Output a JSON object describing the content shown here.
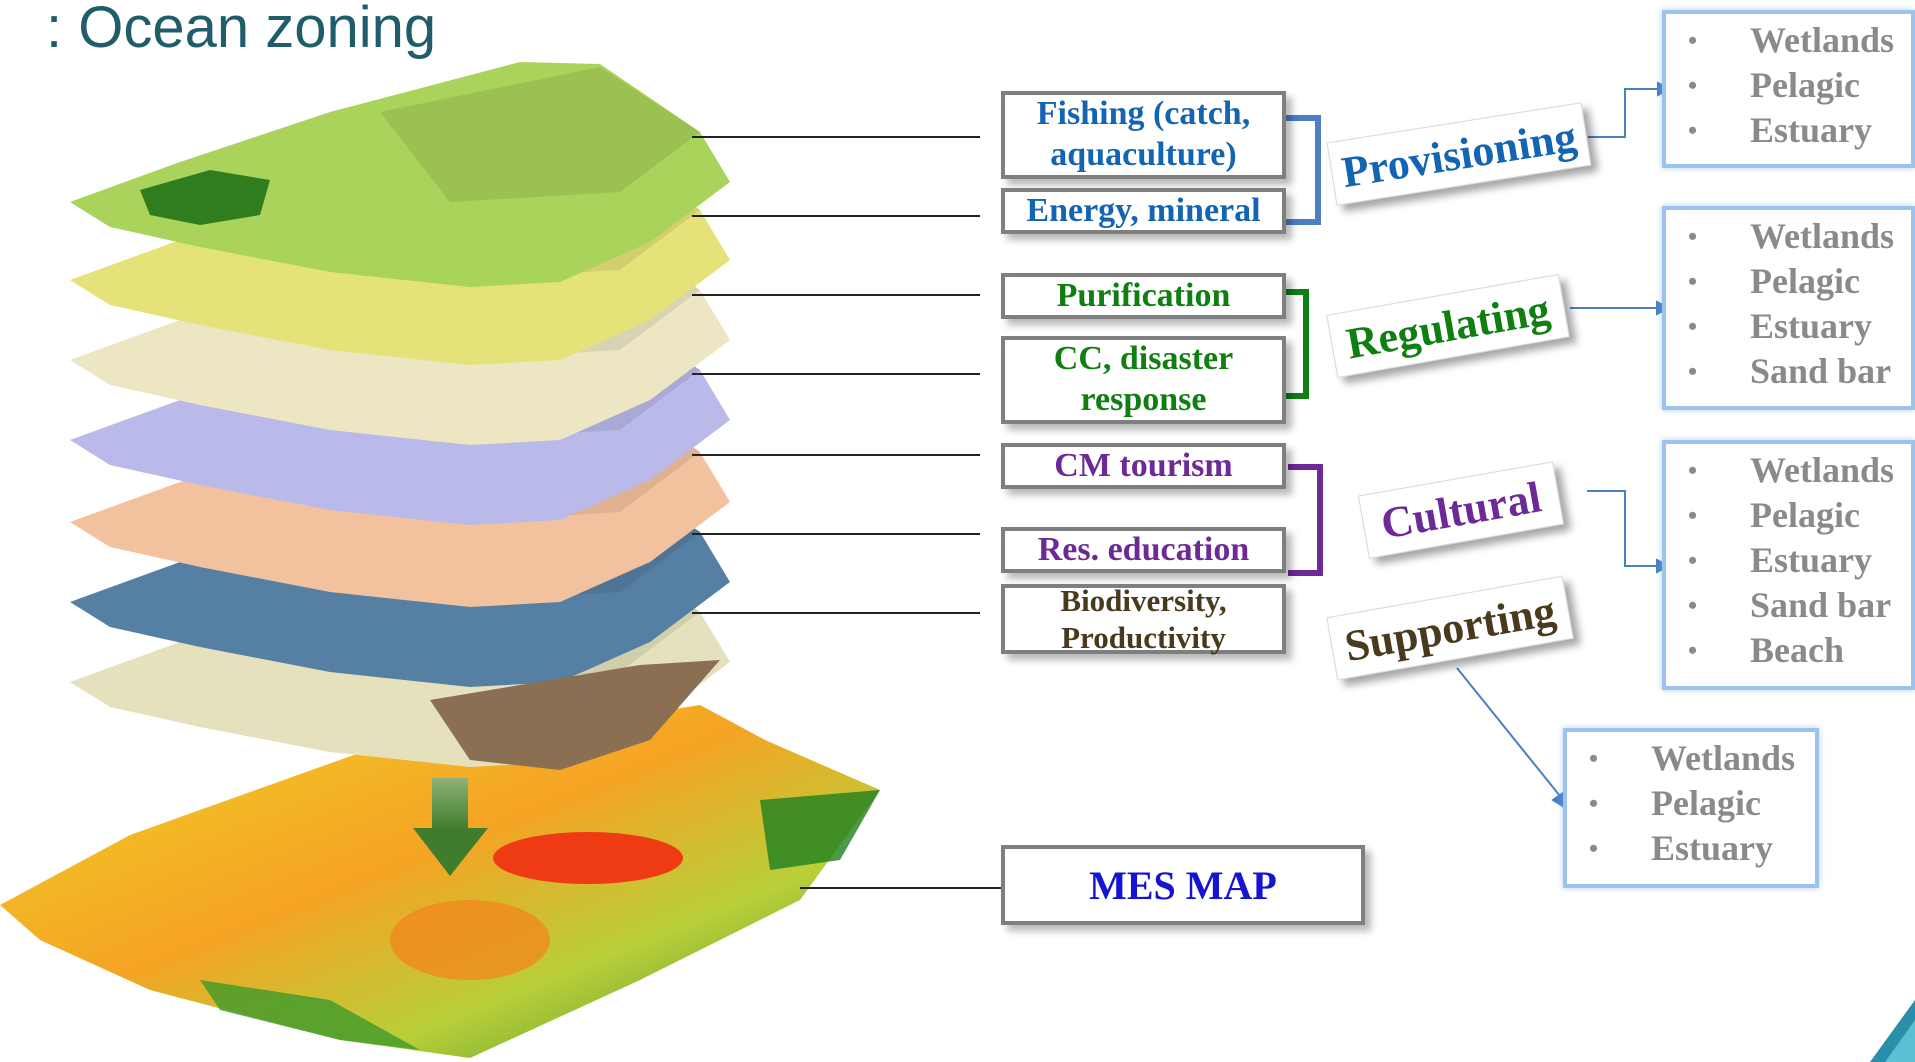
{
  "title": ": Ocean zoning",
  "services": [
    {
      "label": "Fishing (catch, aquaculture)",
      "color": "#1464b4"
    },
    {
      "label": "Energy, mineral",
      "color": "#1464b4"
    },
    {
      "label": "Purification",
      "color": "#0f7f12"
    },
    {
      "label": "CC, disaster response",
      "color": "#0f7f12"
    },
    {
      "label": "CM tourism",
      "color": "#6d2a96"
    },
    {
      "label": "Res. education",
      "color": "#6d2a96"
    },
    {
      "label": "Biodiversity, Productivity",
      "color": "#4a3a1d"
    }
  ],
  "categories": [
    {
      "label": "Provisioning",
      "color": "#1464b4"
    },
    {
      "label": "Regulating",
      "color": "#0f7f12"
    },
    {
      "label": "Cultural",
      "color": "#6d2a96"
    },
    {
      "label": "Supporting",
      "color": "#4a3a1d"
    }
  ],
  "habitat_lists": [
    {
      "items": [
        "Wetlands",
        "Pelagic",
        "Estuary"
      ]
    },
    {
      "items": [
        "Wetlands",
        "Pelagic",
        "Estuary",
        "Sand bar"
      ]
    },
    {
      "items": [
        "Wetlands",
        "Pelagic",
        "Estuary",
        "Sand bar",
        "Beach"
      ]
    },
    {
      "items": [
        "Wetlands",
        "Pelagic",
        "Estuary"
      ]
    }
  ],
  "mes_map": {
    "label": "MES MAP"
  },
  "layer_colors": [
    "#a9d35a",
    "#e6e27a",
    "#ece6c2",
    "#b9b9ea",
    "#f2c29e",
    "#567fa4",
    "#e4e1bc"
  ],
  "accent": {
    "bracket_blue": "#4a7fc4",
    "bracket_green": "#0f7f12",
    "bracket_purple": "#6d2a96",
    "arrow": "#5a8e3a"
  }
}
